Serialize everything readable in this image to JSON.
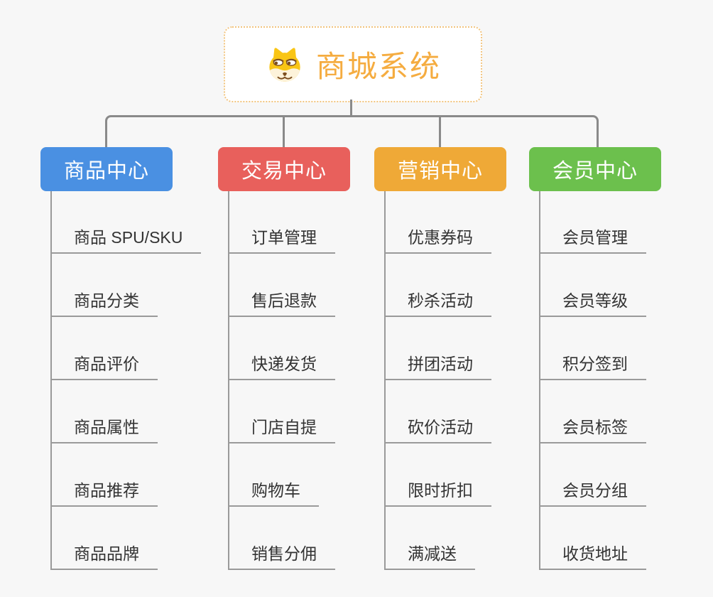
{
  "app": {
    "background": "#f7f7f7",
    "connector_color": "#8a8a8a",
    "underline_color": "#9a9a9a",
    "item_text_color": "#333333"
  },
  "root": {
    "title": "商城系统",
    "icon": "doge-face-icon",
    "text_color": "#f5ac40",
    "border_color": "#f2c47e"
  },
  "branches": [
    {
      "label": "商品中心",
      "color": "#4a90e2",
      "children": [
        "商品 SPU/SKU",
        "商品分类",
        "商品评价",
        "商品属性",
        "商品推荐",
        "商品品牌"
      ]
    },
    {
      "label": "交易中心",
      "color": "#e8605c",
      "children": [
        "订单管理",
        "售后退款",
        "快递发货",
        "门店自提",
        "购物车",
        "销售分佣"
      ]
    },
    {
      "label": "营销中心",
      "color": "#efa937",
      "children": [
        "优惠券码",
        "秒杀活动",
        "拼团活动",
        "砍价活动",
        "限时折扣",
        "满减送"
      ]
    },
    {
      "label": "会员中心",
      "color": "#6cc04d",
      "children": [
        "会员管理",
        "会员等级",
        "积分签到",
        "会员标签",
        "会员分组",
        "收货地址"
      ]
    }
  ]
}
